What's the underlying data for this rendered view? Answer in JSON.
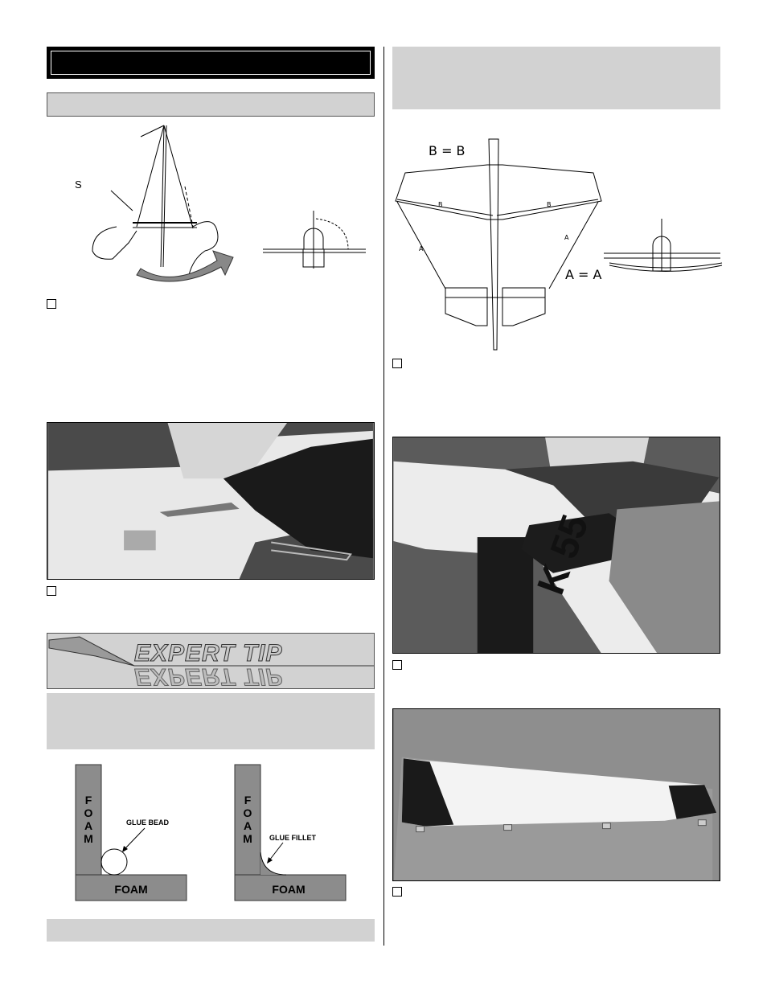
{
  "left_column": {
    "section_title": "",
    "subsection_bar": "",
    "figure1": {
      "label_s": "S"
    },
    "step1_text": "",
    "step2_text": "",
    "expert_tip": {
      "title": "EXPERT TIP",
      "reflection": "EXPERT TIP"
    },
    "tip_box_text": "",
    "foam_diagram": {
      "left_vertical": [
        "F",
        "O",
        "A",
        "M"
      ],
      "left_base": "FOAM",
      "left_callout": "GLUE BEAD",
      "right_vertical": [
        "F",
        "O",
        "A",
        "M"
      ],
      "right_base": "FOAM",
      "right_callout": "GLUE FILLET"
    },
    "bottom_bar": ""
  },
  "right_column": {
    "header_box_text": "",
    "wing_diagram": {
      "eq_b": "B = B",
      "eq_a": "A = A",
      "label_b": "B",
      "label_a": "A"
    },
    "step3_text": "",
    "step4_text": "",
    "step5_text": "",
    "photo_text": "K 55"
  }
}
